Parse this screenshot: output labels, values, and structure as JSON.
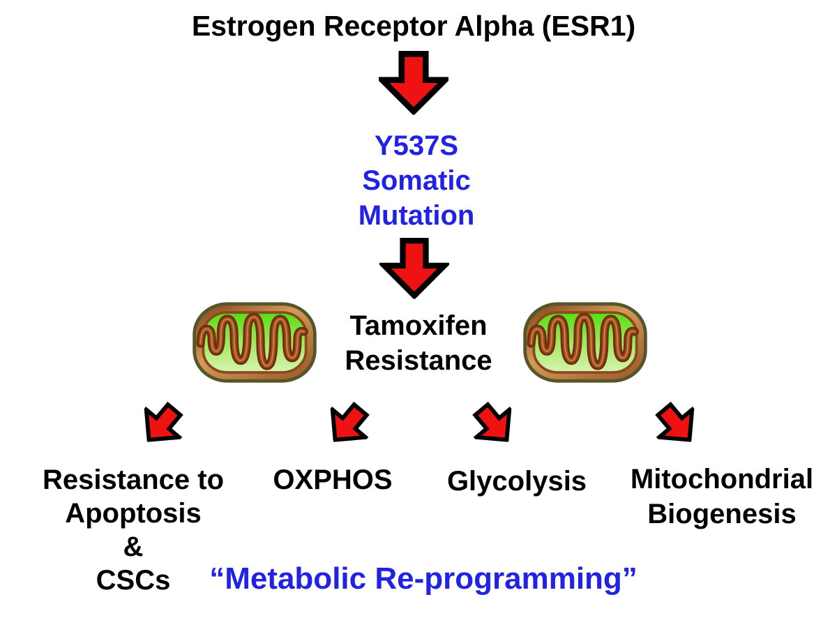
{
  "diagram": {
    "title": "Estrogen Receptor Alpha (ESR1)",
    "mutation": {
      "lines": [
        "Y537S",
        "Somatic",
        "Mutation"
      ]
    },
    "center_node": {
      "lines": [
        "Tamoxifen",
        "Resistance"
      ]
    },
    "outcomes": [
      {
        "lines": [
          "Resistance to",
          "Apoptosis",
          "&",
          "CSCs"
        ]
      },
      {
        "lines": [
          "OXPHOS"
        ]
      },
      {
        "lines": [
          "Glycolysis"
        ]
      },
      {
        "lines": [
          "Mitochondrial",
          "Biogenesis"
        ]
      }
    ],
    "footer_quote": "“Metabolic Re-programming”",
    "icons": {
      "down_arrow": "down-arrow-icon",
      "diagonal_arrow_left": "down-left-arrow-icon",
      "diagonal_arrow_right": "down-right-arrow-icon",
      "mitochondrion": "mitochondrion-icon"
    },
    "colors": {
      "text_black": "#000000",
      "accent_blue": "#2222e6",
      "arrow_red": "#ef1212",
      "arrow_outline": "#000000",
      "mito_outline": "#55552a",
      "mito_membrane": "#8a4a20",
      "mito_cristae": "#9a4a1e",
      "mito_cristae_dark": "#6e2c10",
      "mito_cristae_light": "#cf8b42"
    }
  }
}
